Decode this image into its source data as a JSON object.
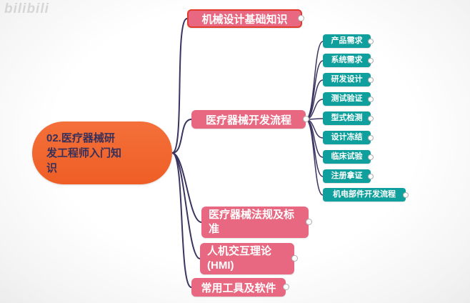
{
  "watermark": {
    "text": "bilibili"
  },
  "mindmap": {
    "root": {
      "label": "02.医疗器械研\n发工程师入门知\n识"
    },
    "branches": [
      {
        "label": "机械设计基础知识",
        "highlighted": true
      },
      {
        "label": "医疗器械开发流程",
        "highlighted": false
      },
      {
        "label": "医疗器械法规及标\n准",
        "highlighted": false
      },
      {
        "label": "人机交互理论\n(HMI)",
        "highlighted": false
      },
      {
        "label": "常用工具及软件",
        "highlighted": false
      }
    ],
    "process_steps": [
      {
        "label": "产品需求"
      },
      {
        "label": "系统需求"
      },
      {
        "label": "研发设计"
      },
      {
        "label": "测试验证"
      },
      {
        "label": "型式检测"
      },
      {
        "label": "设计冻结"
      },
      {
        "label": "临床试验"
      },
      {
        "label": "注册拿证"
      },
      {
        "label": "机电部件开发流程"
      }
    ],
    "colors": {
      "root_fill": "#ef5f26",
      "branch_fill": "#e76880",
      "step_fill": "#0fa09d",
      "connector": "#3a3560",
      "highlight_border": "#e23b2e"
    }
  }
}
